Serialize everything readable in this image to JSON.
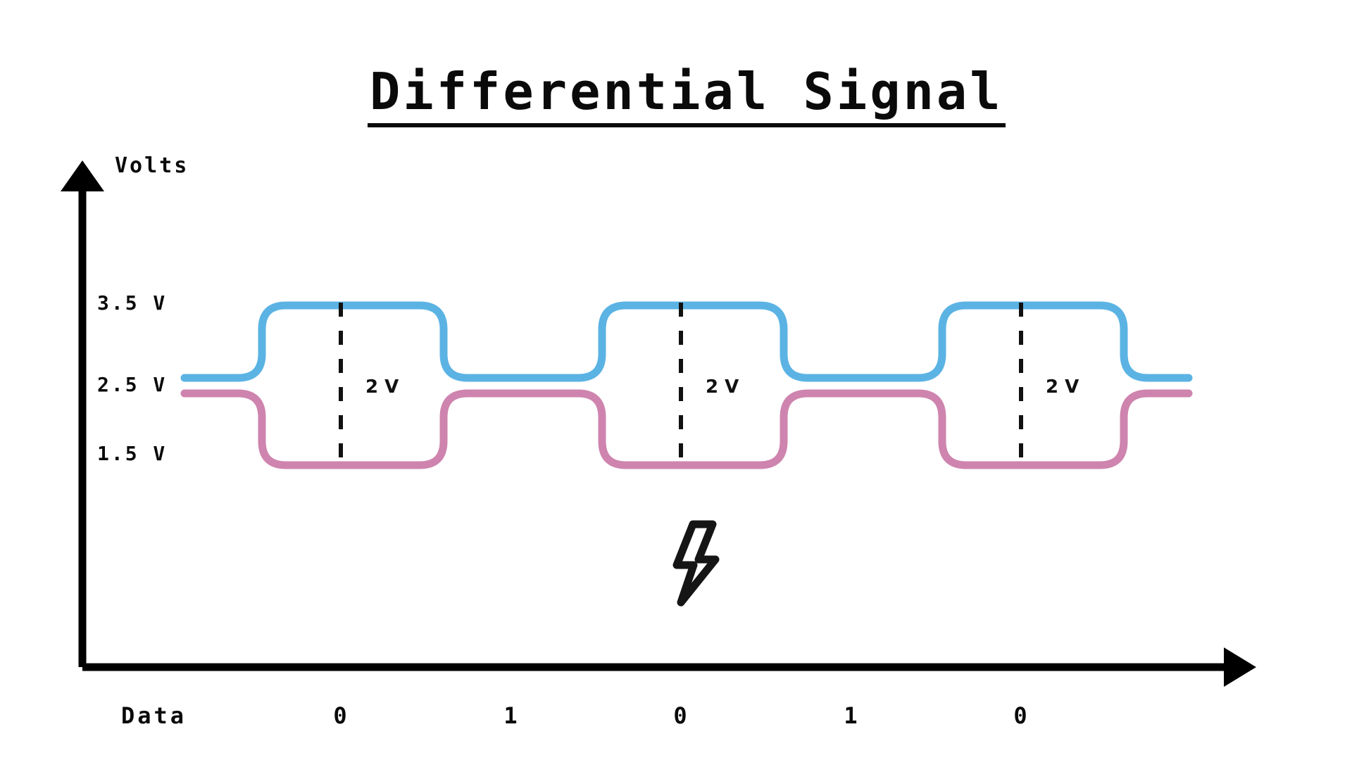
{
  "page": {
    "title": "Differential Signal",
    "background_color": "#ffffff"
  },
  "axes": {
    "y_axis_label": "Volts",
    "x_axis_label": "",
    "y_arrow_icon": "up-arrow-icon",
    "x_arrow_icon": "right-arrow-icon",
    "tick_labels": [
      "3.5 V",
      "2.5 V",
      "1.5 V"
    ]
  },
  "colors": {
    "positive_trace": "#5BB3E4",
    "negative_trace": "#CE84AE",
    "axis": "#000000",
    "text": "#0a0a0a",
    "divider": "#111111"
  },
  "legend": {
    "bolt_icon": "lightning-bolt-icon"
  },
  "amplitude_labels": [
    "2 V",
    "2 V",
    "2 V"
  ],
  "data_row": {
    "row_label": "Data",
    "bits": [
      "0",
      "1",
      "0",
      "1",
      "0"
    ]
  },
  "chart_data": {
    "type": "line",
    "title": "Differential Signal",
    "xlabel": "Data",
    "ylabel": "Volts",
    "ylim": [
      1.5,
      3.5
    ],
    "ytick_values": [
      3.5,
      2.5,
      1.5
    ],
    "ytick_labels": [
      "3.5 V",
      "2.5 V",
      "1.5 V"
    ],
    "grid": false,
    "legend": "none",
    "annotations": [
      "2 V",
      "2 V",
      "2 V"
    ],
    "bit_sequence": [
      "0",
      "1",
      "0",
      "1",
      "0"
    ],
    "differential_amplitude_volts": 2,
    "common_mode_volts": 2.5,
    "high_volts": 3.5,
    "low_volts": 1.5,
    "series": [
      {
        "name": "positive_trace",
        "color": "#5BB3E4",
        "values": [
          2.5,
          3.5,
          2.5,
          3.5,
          2.5,
          3.5,
          2.5
        ]
      },
      {
        "name": "negative_trace",
        "color": "#CE84AE",
        "values": [
          2.5,
          1.5,
          2.5,
          1.5,
          2.5,
          1.5,
          2.5
        ]
      }
    ],
    "segments": [
      {
        "bit": "0",
        "state": "driven",
        "positive": 3.5,
        "negative": 1.5
      },
      {
        "bit": "1",
        "state": "idle",
        "positive": 2.5,
        "negative": 2.5
      },
      {
        "bit": "0",
        "state": "driven",
        "positive": 3.5,
        "negative": 1.5
      },
      {
        "bit": "1",
        "state": "idle",
        "positive": 2.5,
        "negative": 2.5
      },
      {
        "bit": "0",
        "state": "driven",
        "positive": 3.5,
        "negative": 1.5
      }
    ]
  }
}
